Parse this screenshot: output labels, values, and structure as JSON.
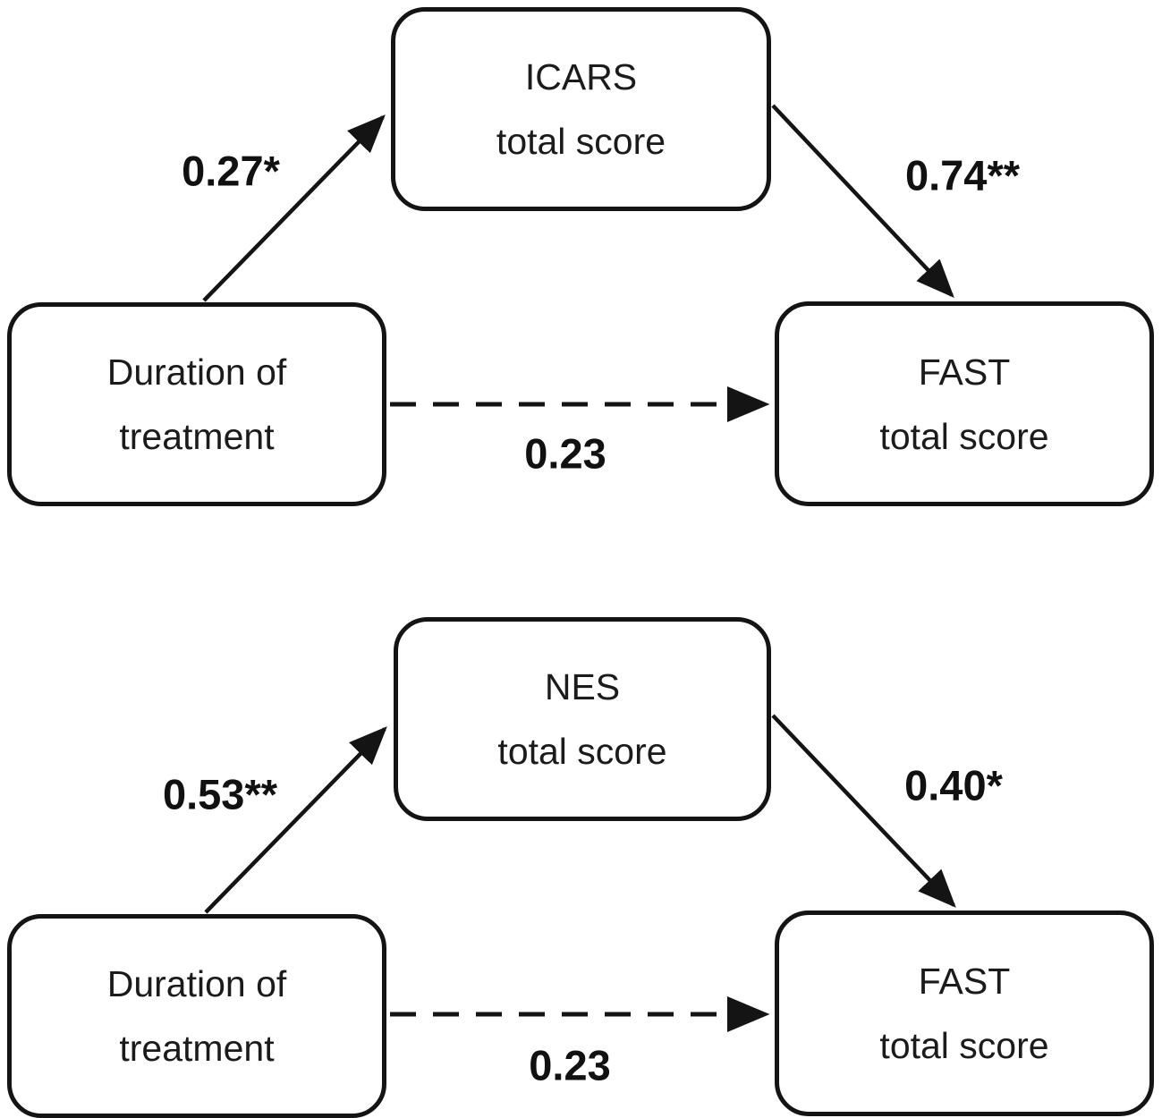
{
  "figure": {
    "type": "mediation-path-diagram",
    "background_color": "#ffffff",
    "line_color": "#141414",
    "text_color": "#1b1b1b"
  },
  "diagrams": [
    {
      "id": "icars-mediation",
      "predictor": {
        "line1": "Duration of",
        "line2": "treatment"
      },
      "mediator": {
        "line1": "ICARS",
        "line2": "total score"
      },
      "outcome": {
        "line1": "FAST",
        "line2": "total score"
      },
      "path_a_label": "0.27*",
      "path_b_label": "0.74**",
      "path_c_label": "0.23",
      "path_c_style": "dashed"
    },
    {
      "id": "nes-mediation",
      "predictor": {
        "line1": "Duration of",
        "line2": "treatment"
      },
      "mediator": {
        "line1": "NES",
        "line2": "total score"
      },
      "outcome": {
        "line1": "FAST",
        "line2": "total score"
      },
      "path_a_label": "0.53**",
      "path_b_label": "0.40*",
      "path_c_label": "0.23",
      "path_c_style": "dashed"
    }
  ]
}
